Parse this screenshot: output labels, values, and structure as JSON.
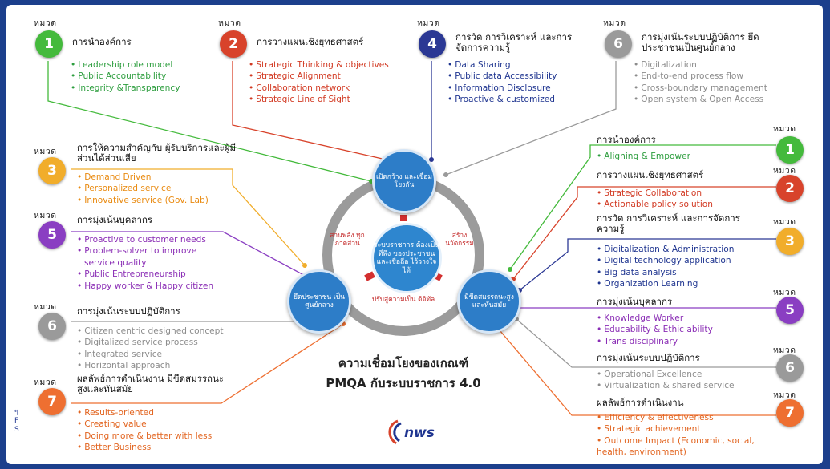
{
  "left_label": "หมวด",
  "caption": {
    "line1": "ความเชื่อมโยงของเกณฑ์",
    "line2": "PMQA กับระบบราชการ 4.0"
  },
  "logo_text": "nws",
  "edge_glyphs": "ๆ\nF\nS",
  "colors": {
    "green": "#44ba3c",
    "red": "#d8432b",
    "blue": "#2b3894",
    "gray": "#9a9a9a",
    "orange": "#f1ad2b",
    "purple": "#8a3ec2",
    "dark_orange": "#ee6f31",
    "hub": "#2d7dc8",
    "ring": "#9b9b9b"
  },
  "top": [
    {
      "category": "หมวด",
      "number": "1",
      "title": "การนำองค์การ",
      "items": [
        "Leadership role model",
        "Public Accountability",
        "Integrity &Transparency"
      ]
    },
    {
      "category": "หมวด",
      "number": "2",
      "title": "การวางแผนเชิงยุทธศาสตร์",
      "items": [
        "Strategic Thinking & objectives",
        "Strategic Alignment",
        "Collaboration network",
        "Strategic Line of Sight"
      ]
    },
    {
      "category": "หมวด",
      "number": "4",
      "title": "การวัด การวิเคราะห์ และการจัดการความรู้",
      "items": [
        "Data Sharing",
        "Public data Accessibility",
        "Information Disclosure",
        "Proactive & customized"
      ]
    },
    {
      "category": "หมวด",
      "number": "6",
      "title": "การมุ่งเน้นระบบปฏิบัติการ ยึดประชาชนเป็นศูนย์กลาง",
      "items": [
        "Digitalization",
        "End-to-end process flow",
        "Cross-boundary management",
        "Open system & Open Access"
      ]
    }
  ],
  "left": [
    {
      "category": "หมวด",
      "number": "3",
      "title": "การให้ความสำคัญกับ ผู้รับบริการและผู้มีส่วนได้ส่วนเสีย",
      "items": [
        "Demand Driven",
        "Personalized service",
        "Innovative service (Gov. Lab)"
      ]
    },
    {
      "category": "หมวด",
      "number": "5",
      "title": "การมุ่งเน้นบุคลากร",
      "items": [
        "Proactive to customer needs",
        "Problem-solver to improve",
        "Public Entrepreneurship",
        "Happy worker & Happy citizen"
      ],
      "item_continuation": "service quality"
    },
    {
      "category": "หมวด",
      "number": "6",
      "title": "การมุ่งเน้นระบบปฏิบัติการ",
      "items": [
        "Citizen centric designed concept",
        "Digitalized service process",
        "Integrated service",
        "Horizontal approach"
      ]
    },
    {
      "category": "หมวด",
      "number": "7",
      "title": "ผลลัพธ์การดำเนินงาน มีขีดสมรรถนะสูงและทันสมัย",
      "items": [
        "Results-oriented",
        "Creating value",
        "Doing more & better with less",
        "Better Business"
      ]
    }
  ],
  "right": [
    {
      "category": "หมวด",
      "number": "1",
      "title": "การนำองค์การ",
      "items": [
        "Aligning & Empower"
      ]
    },
    {
      "category": "หมวด",
      "number": "2",
      "title": "การวางแผนเชิงยุทธศาสตร์",
      "items": [
        "Strategic Collaboration",
        "Actionable policy solution"
      ]
    },
    {
      "category": "หมวด",
      "number": "3",
      "title": "การวัด การวิเคราะห์ และการจัดการความรู้",
      "items": [
        "Digitalization & Administration",
        "Digital technology application",
        "Big data analysis",
        "Organization Learning"
      ]
    },
    {
      "category": "หมวด",
      "number": "5",
      "title": "การมุ่งเน้นบุคลากร",
      "items": [
        "Knowledge Worker",
        "Educability & Ethic ability",
        "Trans disciplinary"
      ]
    },
    {
      "category": "หมวด",
      "number": "6",
      "title": "การมุ่งเน้นระบบปฏิบัติการ",
      "items": [
        "Operational Excellence",
        "Virtualization & shared service"
      ]
    },
    {
      "category": "หมวด",
      "number": "7",
      "title": "ผลลัพธ์การดำเนินงาน",
      "items": [
        "Efficiency & effectiveness",
        "Strategic achievement",
        "Outcome Impact (Economic, social, health, environment)"
      ]
    }
  ],
  "hub": {
    "top_node": "เปิดกว้าง และเชื่อมโยงกัน",
    "left_node": "ยึดประชาชน เป็นศูนย์กลาง",
    "right_node": "มีขีดสมรรถนะสูง และทันสมัย",
    "center": "ระบบราชการ ต้องเป็นที่พึ่ง ของประชาชน และเชื่อถือ ไว้วางใจได้",
    "arc_left": "สานพลัง ทุกภาคส่วน",
    "arc_right": "สร้าง นวัตกรรม",
    "arc_bottom": "ปรับสู่ความเป็น ดิจิทัล"
  }
}
